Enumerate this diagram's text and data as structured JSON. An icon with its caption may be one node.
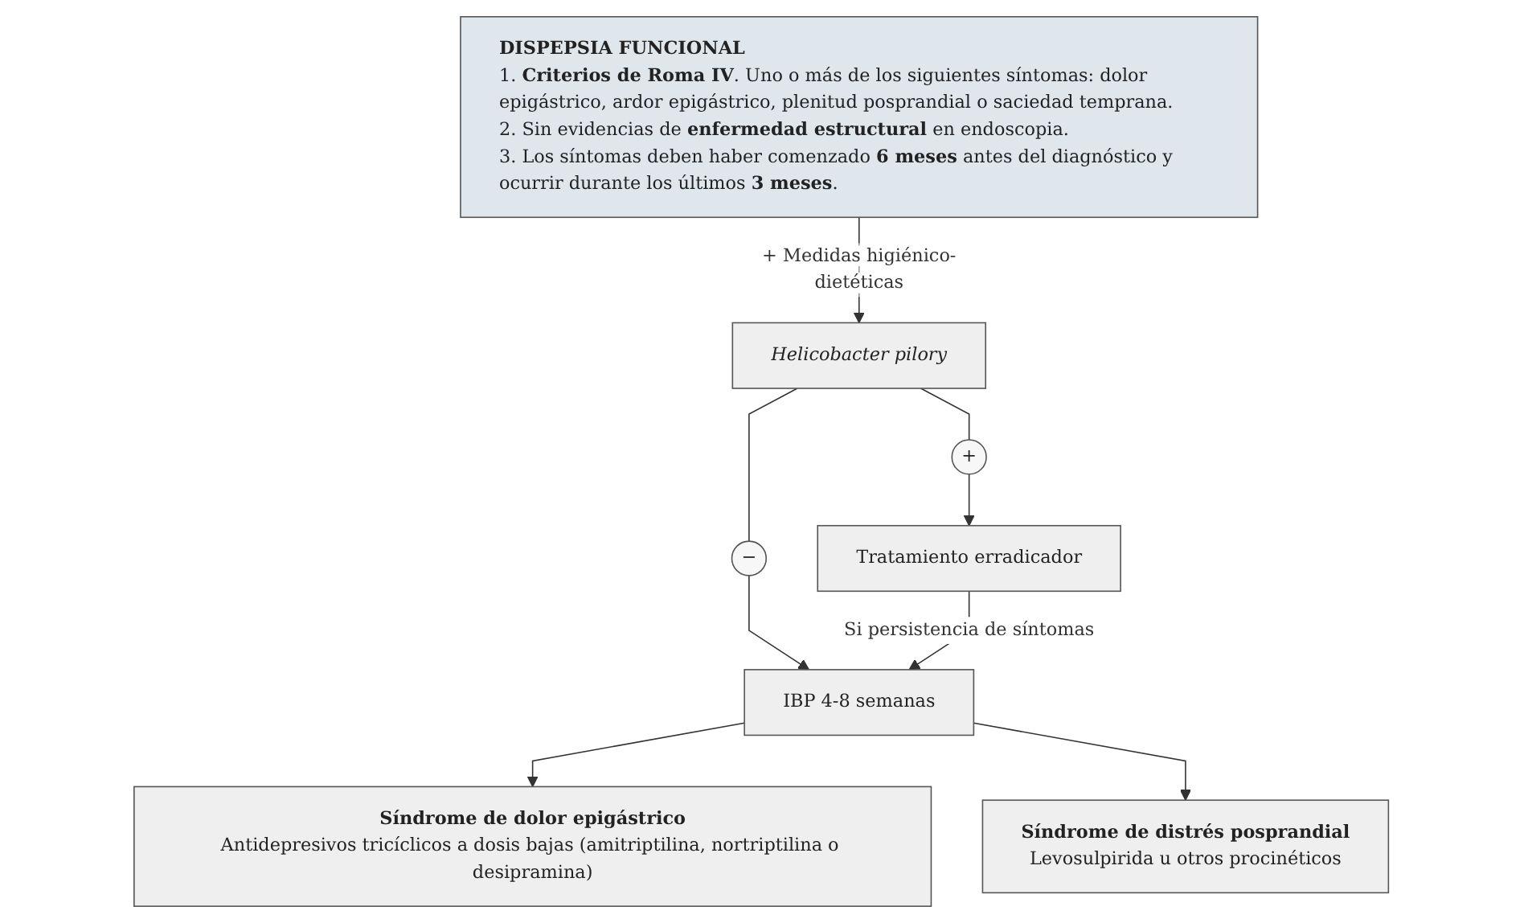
{
  "diagram": {
    "nodes": [
      {
        "text": [
          "DISPEPSIA FUNCIONAL",
          "1. **Criterios de Roma IV**. Uno o más de los siguientes síntomas: dolor epigástrico, ardor epigástrico, plenitud posprandial o saciedad temprana.",
          "2. Sin evidencias de **enfermedad estructural** en endoscopia.",
          "3. Los síntomas deben haber comenzado **6 meses** antes del diagnóstico y ocurrir durante los últimos **3 meses**."
        ]
      },
      {
        "text": [
          "Helicobacter pilory"
        ]
      },
      {
        "text": [
          "+"
        ]
      },
      {
        "text": [
          "−"
        ]
      },
      {
        "text": [
          "Tratamiento erradicador"
        ]
      },
      {
        "text": [
          "IBP 4-8 semanas"
        ]
      },
      {
        "text": [
          "Síndrome de dolor epigástrico",
          "Antidepresivos tricíclicos a dosis bajas (amitriptilina, nortriptilina o desipramina)"
        ]
      },
      {
        "text": [
          "Síndrome de distrés posprandial",
          "Levosulpirida u otros procinéticos"
        ]
      }
    ],
    "edges": [
      {
        "from": 0,
        "to": 1,
        "arrow": "to",
        "label": "+ Medidas higiénico-dietéticas"
      },
      {
        "from": 1,
        "to": 2,
        "arrow": "none"
      },
      {
        "from": 2,
        "to": 4,
        "arrow": "to"
      },
      {
        "from": 1,
        "to": 3,
        "arrow": "none"
      },
      {
        "from": 3,
        "to": 5,
        "arrow": "to"
      },
      {
        "from": 4,
        "to": 5,
        "arrow": "to",
        "label": "Si persistencia de síntomas"
      },
      {
        "from": 5,
        "to": 6,
        "arrow": "to"
      },
      {
        "from": 5,
        "to": 7,
        "arrow": "to"
      }
    ]
  }
}
